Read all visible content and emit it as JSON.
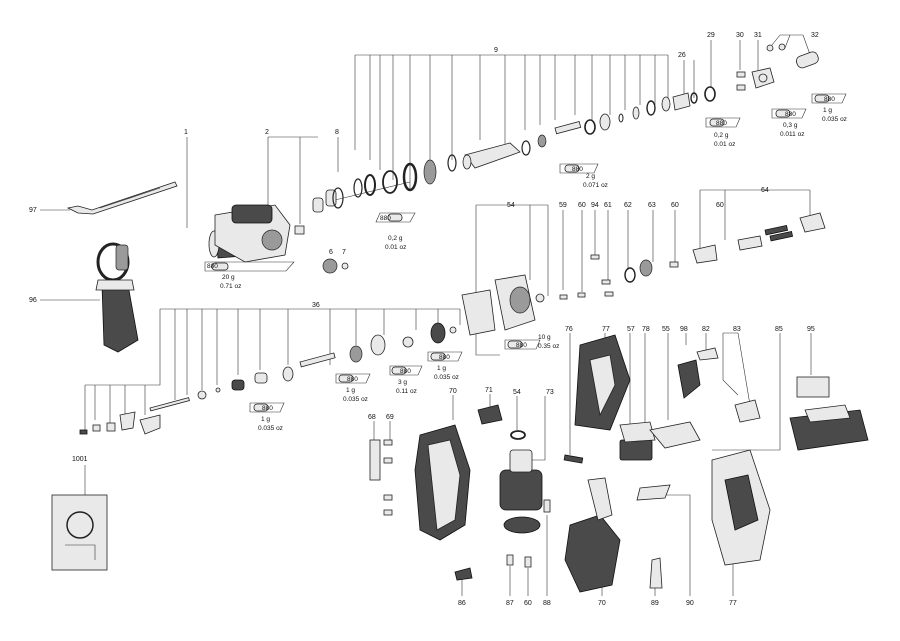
{
  "callouts": [
    "1",
    "2",
    "6",
    "7",
    "8",
    "9",
    "26",
    "29",
    "30",
    "31",
    "32",
    "36",
    "54",
    "59",
    "60",
    "94",
    "61",
    "62",
    "63",
    "64",
    "68",
    "69",
    "70",
    "71",
    "73",
    "76",
    "77",
    "57",
    "78",
    "55",
    "98",
    "82",
    "83",
    "85",
    "95",
    "86",
    "87",
    "88",
    "89",
    "90",
    "97",
    "96",
    "1001"
  ],
  "specs": [
    {
      "code": "880",
      "mass": "20 g",
      "imperial": "0.71 oz"
    },
    {
      "code": "880",
      "mass": "0,2 g",
      "imperial": "0.01 oz"
    },
    {
      "code": "880",
      "mass": "2 g",
      "imperial": "0.071 oz"
    },
    {
      "code": "880",
      "mass": "0,2 g",
      "imperial": "0.01 oz"
    },
    {
      "code": "880",
      "mass": "0,3 g",
      "imperial": "0.011 oz"
    },
    {
      "code": "880",
      "mass": "1 g",
      "imperial": "0.035 oz"
    },
    {
      "code": "880",
      "mass": "10 g",
      "imperial": "0.35 oz"
    },
    {
      "code": "880",
      "mass": "1 g",
      "imperial": "0.035 oz"
    },
    {
      "code": "880",
      "mass": "3 g",
      "imperial": "0.11 oz"
    },
    {
      "code": "880",
      "mass": "1 g",
      "imperial": "0.035 oz"
    },
    {
      "code": "880",
      "mass": "1 g",
      "imperial": "0.035 oz"
    }
  ]
}
